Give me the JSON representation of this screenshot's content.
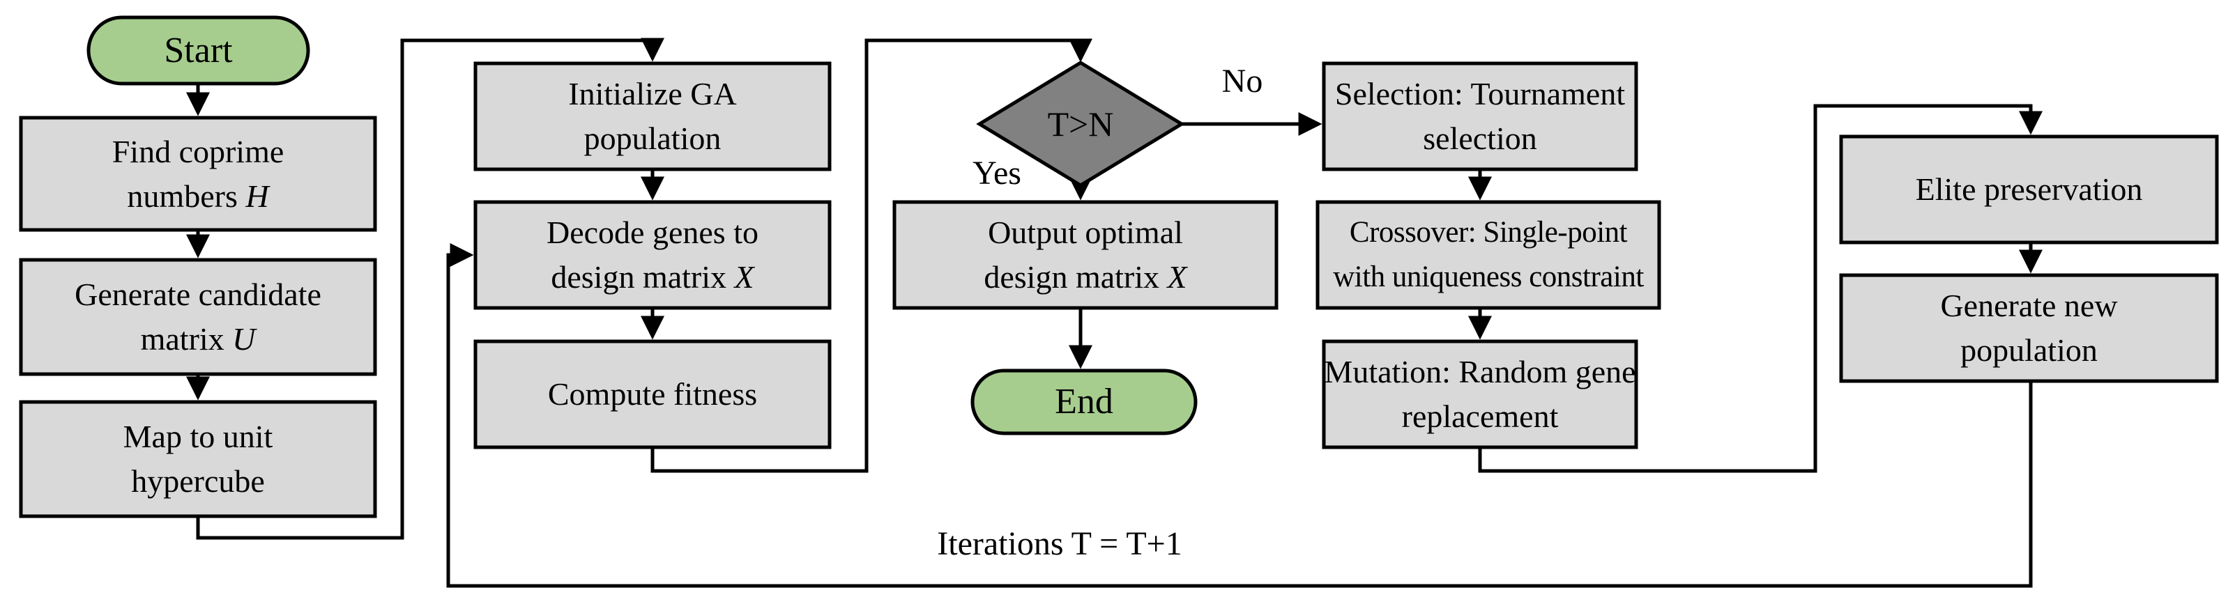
{
  "colors": {
    "process_fill": "#d9d9d9",
    "terminator_fill": "#a6cd8e",
    "decision_fill": "#818181",
    "line": "#000000"
  },
  "nodes": {
    "start": {
      "label": "Start"
    },
    "find_coprime": {
      "line1": "Find coprime",
      "line2": "numbers ",
      "line2_var": "H"
    },
    "generate_candidate": {
      "line1": "Generate candidate",
      "line2": "matrix ",
      "line2_var": "U"
    },
    "map_hypercube": {
      "line1": "Map to unit",
      "line2": "hypercube"
    },
    "initialize_ga": {
      "line1": "Initialize GA",
      "line2": "population"
    },
    "decode_genes": {
      "line1": "Decode genes to",
      "line2": "design matrix ",
      "line2_var": "X"
    },
    "compute_fitness": {
      "label": "Compute fitness"
    },
    "decision": {
      "label": "T>N"
    },
    "output_optimal": {
      "line1": "Output optimal",
      "line2": "design matrix ",
      "line2_var": "X"
    },
    "end": {
      "label": "End"
    },
    "selection": {
      "line1": "Selection: Tournament",
      "line2": "selection"
    },
    "crossover": {
      "line1": "Crossover: Single-point",
      "line2": "with uniqueness constraint"
    },
    "mutation": {
      "line1": "Mutation: Random gene",
      "line2": "replacement"
    },
    "elite": {
      "label": "Elite preservation"
    },
    "generate_new": {
      "line1": "Generate new",
      "line2": "population"
    }
  },
  "edge_labels": {
    "no": "No",
    "yes": "Yes",
    "iterations": "Iterations T = T+1"
  }
}
